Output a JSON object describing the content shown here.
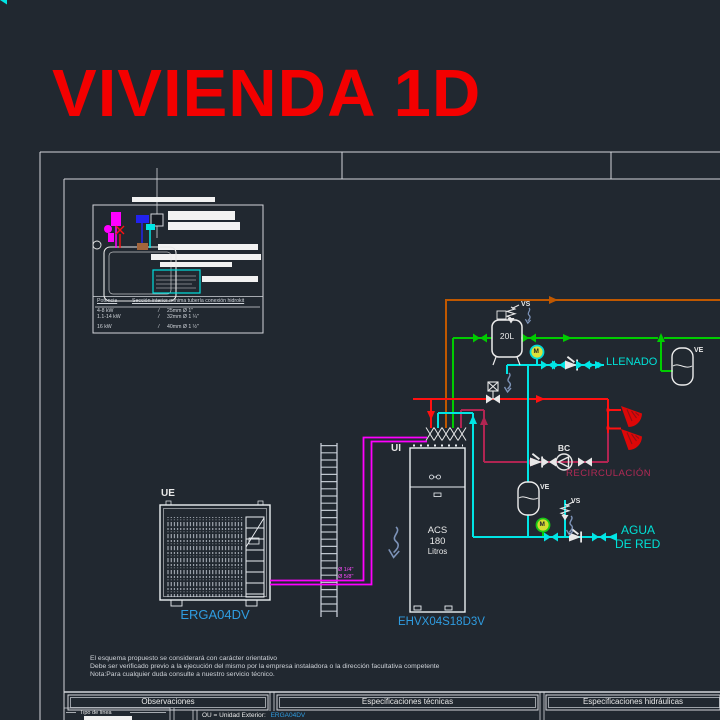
{
  "title": "VIVIENDA 1D",
  "colors": {
    "background": "#212830",
    "frame": "#d2d5da",
    "title_red": "#f40000",
    "pipe_red": "#ff1111",
    "pipe_magenta": "#ff00ff",
    "pipe_cyan": "#00e5e5",
    "pipe_green": "#00cc00",
    "pipe_orange": "#c05800",
    "pipe_recirculation": "#b02552",
    "label_blue": "#2f9ce0"
  },
  "detail_panel": {
    "table": {
      "col1_header": "Potencia",
      "col2_header": "Sección interior mínima tubería conexión hidrokit",
      "rows": [
        {
          "power": "4-8 kW",
          "sep": "/",
          "size": "25mm Ø 1\""
        },
        {
          "power": "1.1-14 kW",
          "sep": "/",
          "size": "32mm Ø 1 ¼\""
        },
        {
          "power": "16 kW",
          "sep": "/",
          "size": "40mm Ø 1 ½\""
        }
      ]
    }
  },
  "schematic": {
    "outdoor_unit_label": "UE",
    "outdoor_unit_model": "ERGA04DV",
    "indoor_unit_label": "UI",
    "indoor_unit_model": "EHVX04S18D3V",
    "tank_line1": "ACS",
    "tank_line2": "180",
    "tank_line3": "Litros",
    "expansion_tank_capacity": "20L",
    "safety_valve_1": "VS",
    "safety_valve_2": "VS",
    "expansion_vessel_1": "VE",
    "expansion_vessel_2": "VE",
    "pump_label": "BC",
    "gauge_1": "M",
    "gauge_2": "M",
    "filling_label": "LLENADO",
    "recirculation_label": "RECIRCULACIÓN",
    "mains_water_line1": "AGUA",
    "mains_water_line2": "DE RED",
    "refrigerant_size_liquid": "Ø 1/4\"",
    "refrigerant_size_gas": "Ø 5/8\""
  },
  "notes": {
    "line1": "El esquema propuesto se considerará con carácter orientativo",
    "line2": "Debe ser verificado previo a la ejecución del mismo por la empresa instaladora o la dirección facultativa competente",
    "line3": "Nota:Para cualquier duda consulte a nuestro servicio técnico."
  },
  "footer": {
    "col1": "Observaciones",
    "col2": "Especificaciones técnicas",
    "col3": "Especificaciones hidráulicas",
    "legend_title": "Tipo de línea",
    "outdoor_ref_label": "OU = Unidad Exterior:",
    "outdoor_ref_value": "ERGA04DV"
  }
}
